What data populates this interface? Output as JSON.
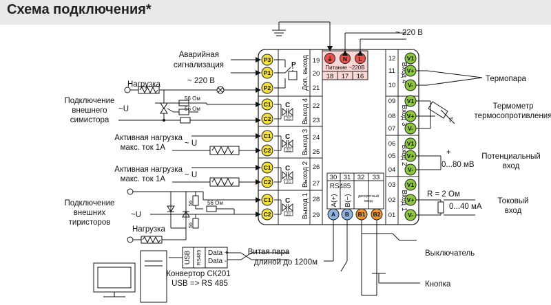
{
  "page_title": "Схема подключения*",
  "left_labels": {
    "alarm_line1": "Аварийная",
    "alarm_line2": "сигнализация",
    "load1": "Нагрузка",
    "v220_mid": "~ 220 В",
    "triac_line1": "Подключение",
    "triac_line2": "внешнего",
    "triac_line3": "симистора",
    "tilde_u1": "~U",
    "res56a": "56 Ом",
    "res56b": "56 Ом",
    "act1_line1": "Активная нагрузка",
    "act1_line2": "макс. ток 1А",
    "tilde_u2": "~ U",
    "act2_line1": "Активная нагрузка",
    "act2_line2": "макс. ток 1А",
    "tilde_u3": "~ U",
    "thy_line1": "Подключение",
    "thy_line2": "внешних",
    "thy_line3": "тиристоров",
    "tilde_u4": "~U",
    "res56c": "56",
    "res56d": "56 Ом",
    "res56e": "56",
    "load2": "Нагрузка"
  },
  "top_labels": {
    "v220_top": "~ 220 В"
  },
  "device": {
    "power_label": "Питание ~220В",
    "power_pins": [
      "18",
      "17",
      "16"
    ],
    "power_terms": [
      "⏚",
      "N",
      "L"
    ],
    "p_terms": [
      "P3",
      "P1",
      "P2"
    ],
    "relay_letter": "P",
    "c_term": "C1",
    "c2_term": "C2",
    "c_letter": "C",
    "zc": "ZC",
    "left_pins": [
      "19",
      "20",
      "21",
      "22",
      "23",
      "24",
      "25",
      "26",
      "27",
      "28",
      "29"
    ],
    "outputs": [
      "Доп. выход",
      "Выход 4",
      "Выход 3",
      "Выход 2",
      "Выход 1"
    ],
    "rs485_pins": [
      "30",
      "31",
      "32",
      "33"
    ],
    "rs485_label": "RS485",
    "rs485_a": "A(+)",
    "rs485_b": "B(−)",
    "discrete_line1": "дискретный",
    "discrete_line2": "вход",
    "bottom_terms": [
      "A",
      "B",
      "B1",
      "B2"
    ],
    "right_pins": [
      "12",
      "11",
      "10",
      "09",
      "08",
      "07",
      "06",
      "05",
      "04",
      "03",
      "02",
      "01"
    ],
    "right_terms": [
      "V1",
      "V+",
      "V-"
    ],
    "inputs": [
      "Вход 4",
      "Вход 3",
      "Вход 2",
      "Вход 1"
    ]
  },
  "right_labels": {
    "thermocouple": "Термопара",
    "rtd_line1": "Термометр",
    "rtd_line2": "термосопротивления",
    "t_symbol": "t°",
    "pot_plus": "+",
    "pot_range": "0...80 мВ",
    "pot_line1": "Потенциальный",
    "pot_line2": "вход",
    "r_label": "R = 2 Ом",
    "cur_range": "0...40 мА",
    "cur_line1": "Токовый",
    "cur_line2": "вход",
    "switch": "Выключатель",
    "button": "Кнопка"
  },
  "bottom_labels": {
    "usb": "USB",
    "rs485v": "RS485",
    "data_plus": "Data +",
    "data_minus": "Data -",
    "twisted1": "Витая пара",
    "twisted2": "длиной до 1200м",
    "conv1": "Конвертор СК201",
    "conv2": "USB => RS 485"
  },
  "colors": {
    "yellow_terminal": "#f3df3c",
    "green_terminal": "#8cc63f",
    "red_terminal": "#e8504a",
    "blue_terminal": "#8fb2e0",
    "orange_terminal": "#f0962e",
    "power_bg": "#f8d6d3"
  }
}
